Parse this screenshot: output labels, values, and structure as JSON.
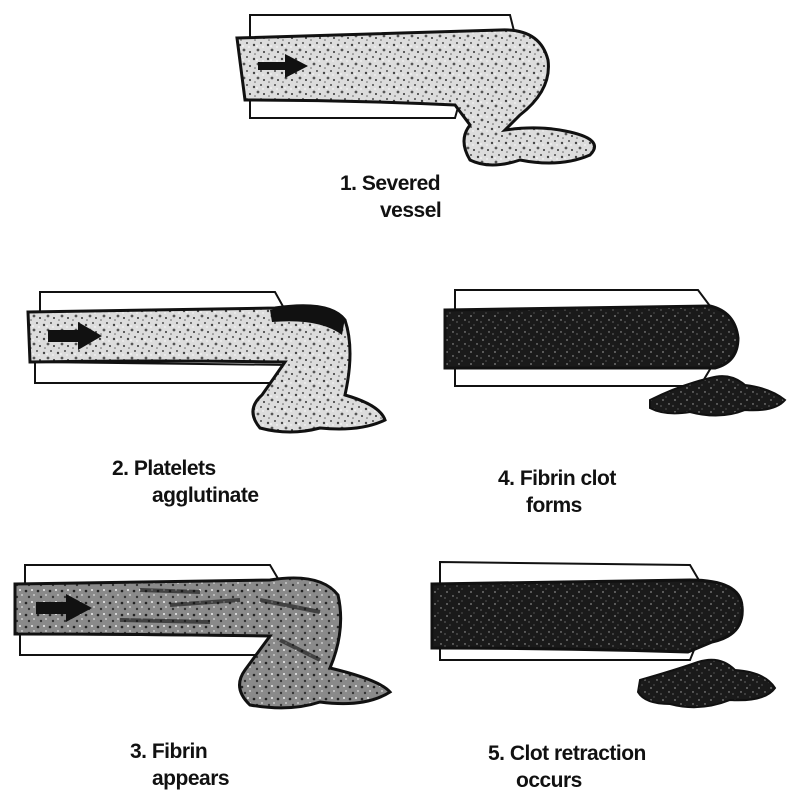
{
  "panels": [
    {
      "step": "1. Severed",
      "line2": "vessel"
    },
    {
      "step": "2. Platelets",
      "line2": "agglutinate"
    },
    {
      "step": "3. Fibrin",
      "line2": "appears"
    },
    {
      "step": "4. Fibrin clot",
      "line2": "forms"
    },
    {
      "step": "5. Clot retraction",
      "line2": "occurs"
    }
  ],
  "colors": {
    "ink": "#111111",
    "speckle_light": "#e8e8e8",
    "paper": "#ffffff"
  }
}
